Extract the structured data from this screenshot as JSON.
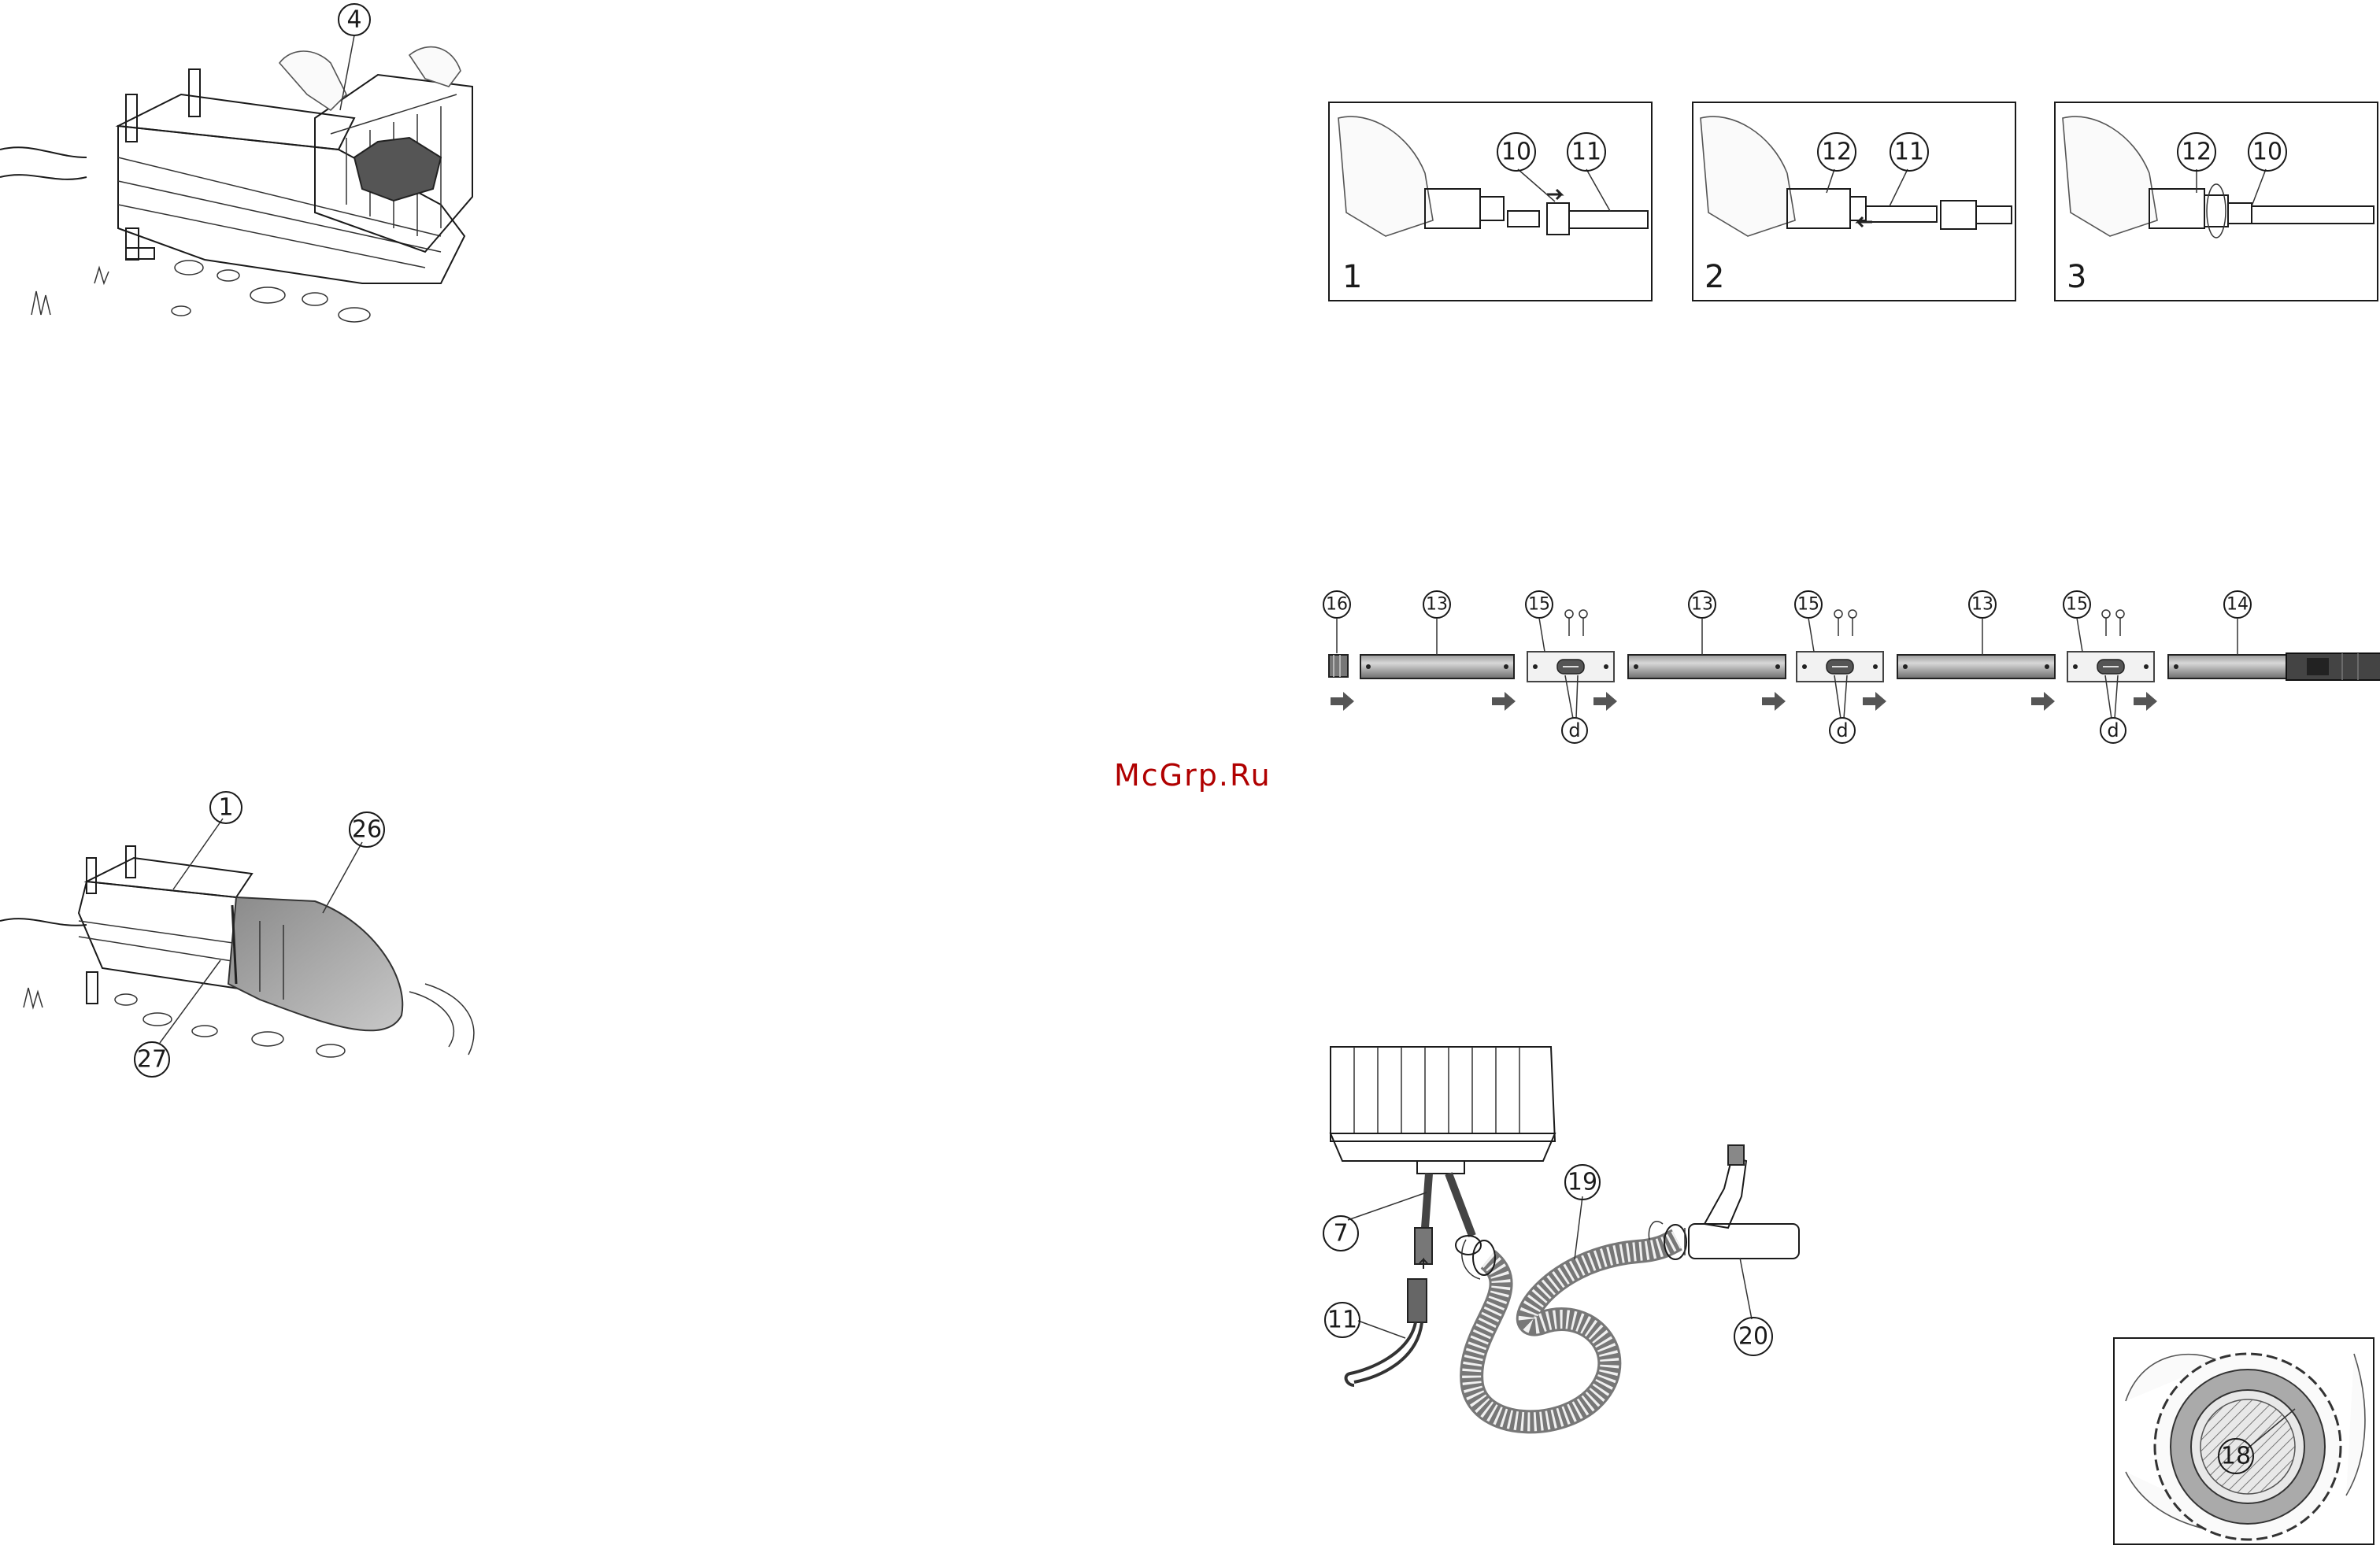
{
  "watermark": "McGrp.Ru",
  "callouts": {
    "basket_top": "4",
    "unit_bottom": "1",
    "bag": "26",
    "cord": "27",
    "step1_a": "10",
    "step1_b": "11",
    "step2_a": "12",
    "step2_b": "11",
    "step3_a": "12",
    "step3_b": "10",
    "pipe_end_cap": "16",
    "pipe_1": "13",
    "sleeve_1": "15",
    "pipe_2": "13",
    "sleeve_2": "15",
    "pipe_3": "13",
    "sleeve_3": "15",
    "pipe_handle": "14",
    "d1": "d",
    "d2": "d",
    "d3": "d",
    "outlet": "7",
    "garden_hose": "11",
    "suction_hose": "19",
    "suction_head": "20",
    "strainer": "18"
  },
  "panels": {
    "p1": "1",
    "p2": "2",
    "p3": "3"
  }
}
